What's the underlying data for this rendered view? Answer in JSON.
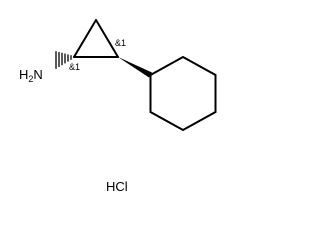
{
  "molecule": {
    "amine_label": "H2N",
    "amine_h": "H",
    "amine_subscript": "2",
    "amine_n": "N",
    "stereo_c1": "&1",
    "stereo_c2": "&1",
    "salt": "HCl"
  }
}
